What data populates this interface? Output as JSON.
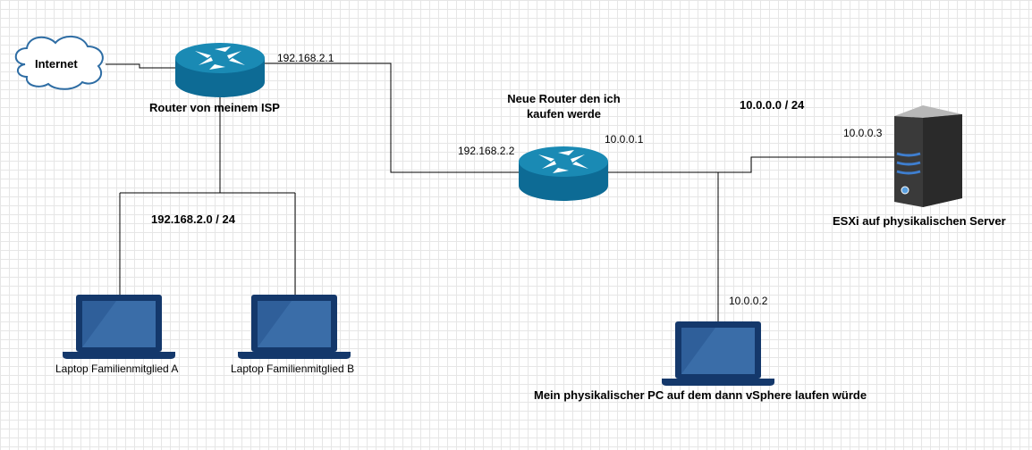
{
  "nodes": {
    "internet": "Internet",
    "isp_router": "Router von meinem ISP",
    "new_router": "Neue Router den ich\nkaufen werde",
    "server": "ESXi auf physikalischen Server",
    "pc": "Mein physikalischer PC auf dem dann vSphere laufen würde",
    "laptop_a": "Laptop Familienmitglied A",
    "laptop_b": "Laptop Familienmitglied B"
  },
  "addresses": {
    "isp_router_ip": "192.168.2.1",
    "new_router_wan_ip": "192.168.2.2",
    "new_router_lan_ip": "10.0.0.1",
    "server_ip": "10.0.0.3",
    "pc_ip": "10.0.0.2"
  },
  "networks": {
    "home": "192.168.2.0 / 24",
    "lab": "10.0.0.0 / 24"
  },
  "colors": {
    "router_top": "#1a8ab4",
    "router_body": "#0d6b95",
    "laptop_frame": "#14386b",
    "laptop_screen": "#2f5f9a",
    "cloud_stroke": "#2e6da4",
    "server_body": "#3a3a3a"
  }
}
